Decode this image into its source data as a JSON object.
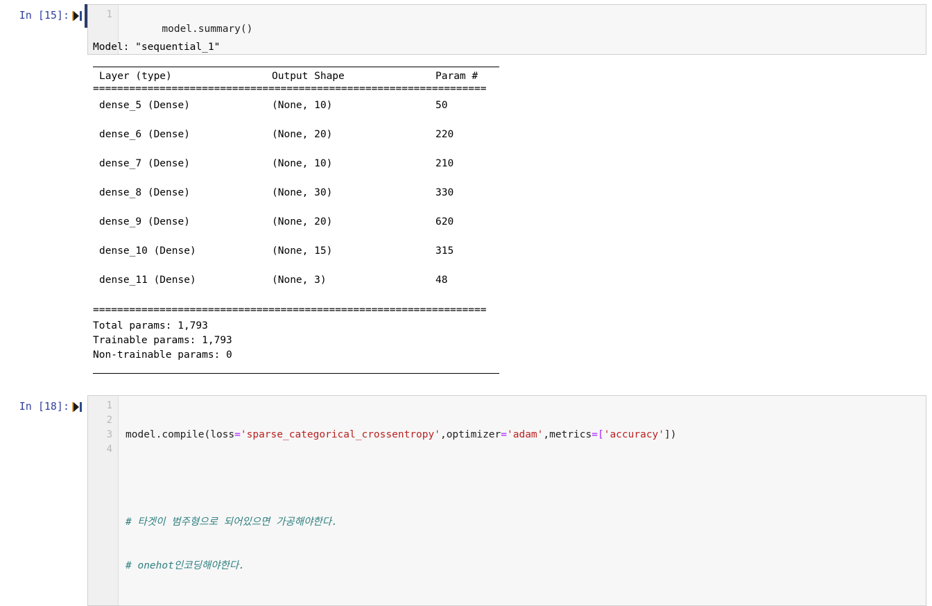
{
  "cells": [
    {
      "prompt": "In [15]:",
      "run_icon": "run-cell-icon",
      "selected": true,
      "line_numbers": [
        "1"
      ],
      "source": "model.summary()"
    },
    {
      "prompt": "In [18]:",
      "run_icon": "run-cell-icon",
      "selected": false,
      "line_numbers": [
        "1",
        "2",
        "3",
        "4"
      ],
      "source_tokens": [
        [
          {
            "t": "model.compile(loss",
            "c": "plain"
          },
          {
            "t": "=",
            "c": "op"
          },
          {
            "t": "'sparse_categorical_crossentropy'",
            "c": "str"
          },
          {
            "t": ",optimizer",
            "c": "plain"
          },
          {
            "t": "=",
            "c": "op"
          },
          {
            "t": "'adam'",
            "c": "str"
          },
          {
            "t": ",metrics",
            "c": "plain"
          },
          {
            "t": "=",
            "c": "op"
          },
          {
            "t": "[",
            "c": "op"
          },
          {
            "t": "'accuracy'",
            "c": "str"
          },
          {
            "t": "])",
            "c": "plain"
          }
        ],
        [],
        [
          {
            "t": "# 타겟이 범주형으로 되어있으면 가공해야한다.",
            "c": "cmt"
          }
        ],
        [
          {
            "t": "# onehot인코딩해야한다.",
            "c": "cmt"
          }
        ]
      ]
    }
  ],
  "output": {
    "model_title": "Model: \"sequential_1\"",
    "headers": {
      "layer": "Layer (type)",
      "shape": "Output Shape",
      "param": "Param #"
    },
    "separator_double": "=================================================================",
    "rows": [
      {
        "layer": "dense_5 (Dense)",
        "shape": "(None, 10)",
        "param": "50"
      },
      {
        "layer": "dense_6 (Dense)",
        "shape": "(None, 20)",
        "param": "220"
      },
      {
        "layer": "dense_7 (Dense)",
        "shape": "(None, 10)",
        "param": "210"
      },
      {
        "layer": "dense_8 (Dense)",
        "shape": "(None, 30)",
        "param": "330"
      },
      {
        "layer": "dense_9 (Dense)",
        "shape": "(None, 20)",
        "param": "620"
      },
      {
        "layer": "dense_10 (Dense)",
        "shape": "(None, 15)",
        "param": "315"
      },
      {
        "layer": "dense_11 (Dense)",
        "shape": "(None, 3)",
        "param": "48"
      }
    ],
    "totals": [
      "Total params: 1,793",
      "Trainable params: 1,793",
      "Non-trainable params: 0"
    ]
  },
  "colors": {
    "prompt": "#303F9F",
    "string": "#BA2121",
    "operator": "#AA22FF",
    "comment": "#328080",
    "selected_bar": "#2B3A67",
    "cell_bg": "#f7f7f7",
    "gutter_bg": "#f0f0f0"
  }
}
